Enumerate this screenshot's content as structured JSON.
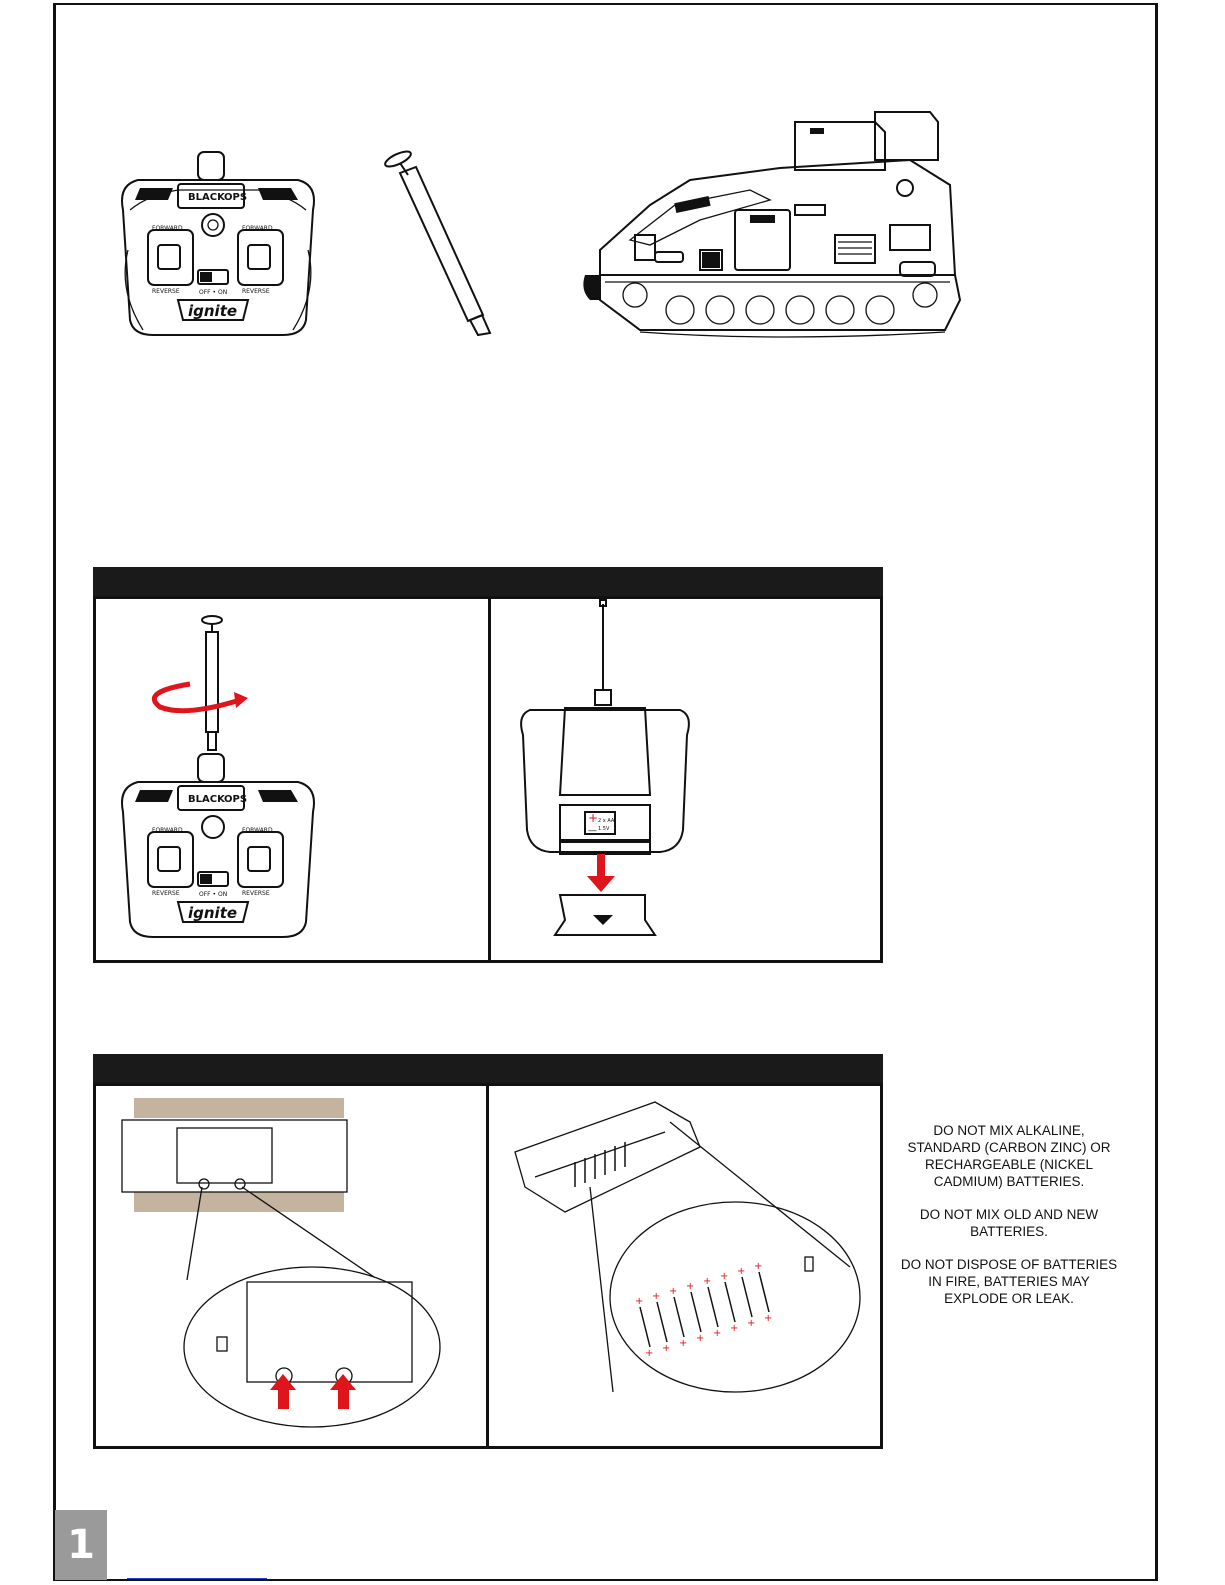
{
  "page": {
    "number": "1"
  },
  "remote": {
    "brand_top": "BLACK",
    "brand_top2": "OPS",
    "brand": "ignite",
    "left_label_top": "FORWARD",
    "left_label_bottom": "REVERSE",
    "right_label_top": "FORWARD",
    "right_label_bottom": "REVERSE",
    "switch_label": "OFF • ON"
  },
  "battery_holder": {
    "plus": "+",
    "minus": "—",
    "line1": "2 x AA",
    "line2": "1.5V"
  },
  "warnings": [
    "DO NOT MIX ALKALINE, STANDARD (CARBON ZINC) OR RECHARGEABLE (NICKEL CADMIUM) BATTERIES.",
    "DO NOT MIX OLD AND NEW BATTERIES.",
    "DO NOT DISPOSE OF BATTERIES IN FIRE, BATTERIES MAY EXPLODE OR LEAK."
  ],
  "colors": {
    "accent_red": "#e0141b",
    "ink": "#111111",
    "header_bar": "#1a1a1a",
    "page_tab": "#9a9a9a"
  }
}
